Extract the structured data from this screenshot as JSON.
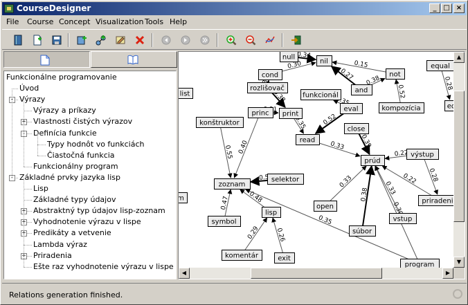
{
  "window": {
    "title": "CourseDesigner"
  },
  "menu": [
    "File",
    "Course",
    "Concept",
    "Visualization",
    "Tools",
    "Help"
  ],
  "toolbar": [
    {
      "name": "book-icon",
      "enabled": true
    },
    {
      "name": "new-document-icon",
      "enabled": true
    },
    {
      "name": "save-icon",
      "enabled": true
    },
    {
      "name": "add-concept-icon",
      "enabled": true
    },
    {
      "name": "add-relation-icon",
      "enabled": true
    },
    {
      "name": "edit-icon",
      "enabled": true
    },
    {
      "name": "delete-icon",
      "enabled": true
    },
    {
      "name": "back-icon",
      "enabled": false
    },
    {
      "name": "play-icon",
      "enabled": false
    },
    {
      "name": "forward-icon",
      "enabled": false
    },
    {
      "name": "zoom-in-icon",
      "enabled": true
    },
    {
      "name": "zoom-out-icon",
      "enabled": true
    },
    {
      "name": "layout-icon",
      "enabled": true
    },
    {
      "name": "export-icon",
      "enabled": true
    }
  ],
  "left_tabs": [
    {
      "name": "document-tab-icon",
      "active": true
    },
    {
      "name": "book-tab-icon",
      "active": false
    }
  ],
  "tree": [
    {
      "label": "Funkcionálne programovanie",
      "level": 0,
      "exp": ""
    },
    {
      "label": "Úvod",
      "level": 1,
      "exp": ""
    },
    {
      "label": "Výrazy",
      "level": 1,
      "exp": "-"
    },
    {
      "label": "Výrazy a príkazy",
      "level": 2,
      "exp": ""
    },
    {
      "label": "Vlastnosti čistých výrazov",
      "level": 2,
      "exp": "+"
    },
    {
      "label": "Definícia funkcie",
      "level": 2,
      "exp": "-"
    },
    {
      "label": "Typy hodnôt vo funkciách",
      "level": 3,
      "exp": ""
    },
    {
      "label": "Čiastočná funkcia",
      "level": 3,
      "exp": ""
    },
    {
      "label": "Funkcionálny program",
      "level": 2,
      "exp": ""
    },
    {
      "label": "Základné prvky jazyka lisp",
      "level": 1,
      "exp": "-"
    },
    {
      "label": "Lisp",
      "level": 2,
      "exp": ""
    },
    {
      "label": "Základné typy údajov",
      "level": 2,
      "exp": ""
    },
    {
      "label": "Abstraktný typ údajov lisp-zoznam",
      "level": 2,
      "exp": "+"
    },
    {
      "label": "Vyhodnotenie výrazu v lispe",
      "level": 2,
      "exp": "+"
    },
    {
      "label": "Predikáty a vetvenie",
      "level": 2,
      "exp": "+"
    },
    {
      "label": "Lambda výraz",
      "level": 2,
      "exp": ""
    },
    {
      "label": "Priradenia",
      "level": 2,
      "exp": "+"
    },
    {
      "label": "Ešte raz vyhodnotenie výrazu v lispe",
      "level": 2,
      "exp": ""
    }
  ],
  "graph": {
    "nodes": [
      {
        "id": "null",
        "label": "null"
      },
      {
        "id": "nil",
        "label": "nil"
      },
      {
        "id": "not",
        "label": "not"
      },
      {
        "id": "and",
        "label": "and"
      },
      {
        "id": "equal",
        "label": "equal"
      },
      {
        "id": "eq",
        "label": "eq"
      },
      {
        "id": "cond",
        "label": "cond"
      },
      {
        "id": "rozlisovac",
        "label": "rozlišovač"
      },
      {
        "id": "list",
        "label": "list"
      },
      {
        "id": "funkcional",
        "label": "funkcionál"
      },
      {
        "id": "eval",
        "label": "eval"
      },
      {
        "id": "kompozicia",
        "label": "kompozícia"
      },
      {
        "id": "princ",
        "label": "princ"
      },
      {
        "id": "print",
        "label": "print"
      },
      {
        "id": "konstruktor",
        "label": "konštruktor"
      },
      {
        "id": "close",
        "label": "close"
      },
      {
        "id": "read",
        "label": "read"
      },
      {
        "id": "prud",
        "label": "prúd"
      },
      {
        "id": "vystup",
        "label": "výstup"
      },
      {
        "id": "zoznam",
        "label": "zoznam"
      },
      {
        "id": "selektor",
        "label": "selektor"
      },
      {
        "id": "m",
        "label": "m"
      },
      {
        "id": "priradenie",
        "label": "priradenie"
      },
      {
        "id": "open",
        "label": "open"
      },
      {
        "id": "symbol",
        "label": "symbol"
      },
      {
        "id": "lisp",
        "label": "lisp"
      },
      {
        "id": "subor",
        "label": "súbor"
      },
      {
        "id": "vstup",
        "label": "vstup"
      },
      {
        "id": "komentar",
        "label": "komentár"
      },
      {
        "id": "exit",
        "label": "exit"
      },
      {
        "id": "program",
        "label": "program"
      }
    ],
    "edges": [
      {
        "from": "null",
        "to": "nil",
        "label": "0.34",
        "bold": true
      },
      {
        "from": "not",
        "to": "nil",
        "label": "0.15",
        "bold": false
      },
      {
        "from": "and",
        "to": "nil",
        "label": "0.27",
        "bold": true
      },
      {
        "from": "and",
        "to": "not",
        "label": "0.38",
        "bold": false
      },
      {
        "from": "kompozicia",
        "to": "not",
        "label": "0.52",
        "bold": false
      },
      {
        "from": "equal",
        "to": "eq",
        "label": "0.28",
        "bold": false
      },
      {
        "from": "cond",
        "to": "nil",
        "label": "0.30",
        "bold": false
      },
      {
        "from": "rozlisovac",
        "to": "cond",
        "label": "0.37",
        "bold": false
      },
      {
        "from": "eval",
        "to": "funkcional",
        "label": "0.35",
        "bold": false
      },
      {
        "from": "rozlisovac",
        "to": "print",
        "label": "0.38",
        "bold": true
      },
      {
        "from": "princ",
        "to": "print",
        "label": "0.31",
        "bold": false
      },
      {
        "from": "eval",
        "to": "read",
        "label": "0.52",
        "bold": true
      },
      {
        "from": "print",
        "to": "read",
        "label": "0.35",
        "bold": false
      },
      {
        "from": "close",
        "to": "prud",
        "label": "0.39",
        "bold": true
      },
      {
        "from": "read",
        "to": "prud",
        "label": "0.33",
        "bold": false
      },
      {
        "from": "vystup",
        "to": "prud",
        "label": "0.22",
        "bold": false
      },
      {
        "from": "priradenie",
        "to": "prud",
        "label": "0.22",
        "bold": false
      },
      {
        "from": "open",
        "to": "prud",
        "label": "0.33",
        "bold": false
      },
      {
        "from": "subor",
        "to": "prud",
        "label": "0.38",
        "bold": true
      },
      {
        "from": "vstup",
        "to": "prud",
        "label": "0.33",
        "bold": false
      },
      {
        "from": "konstruktor",
        "to": "zoznam",
        "label": "0.55",
        "bold": false
      },
      {
        "from": "princ",
        "to": "zoznam",
        "label": "0.40",
        "bold": false
      },
      {
        "from": "selektor",
        "to": "zoznam",
        "label": "0.54",
        "bold": true
      },
      {
        "from": "symbol",
        "to": "zoznam",
        "label": "0.47",
        "bold": false
      },
      {
        "from": "lisp",
        "to": "zoznam",
        "label": "0.48",
        "bold": false
      },
      {
        "from": "komentar",
        "to": "lisp",
        "label": "0.29",
        "bold": false
      },
      {
        "from": "exit",
        "to": "lisp",
        "label": "0.26",
        "bold": false
      },
      {
        "from": "program",
        "to": "prud",
        "label": "0.30",
        "bold": false
      },
      {
        "from": "vystup",
        "to": "priradenie",
        "label": "0.28",
        "bold": false
      },
      {
        "from": "program",
        "to": "zoznam",
        "label": "0.35",
        "bold": false
      }
    ]
  },
  "status": {
    "text": "Relations generation finished."
  }
}
